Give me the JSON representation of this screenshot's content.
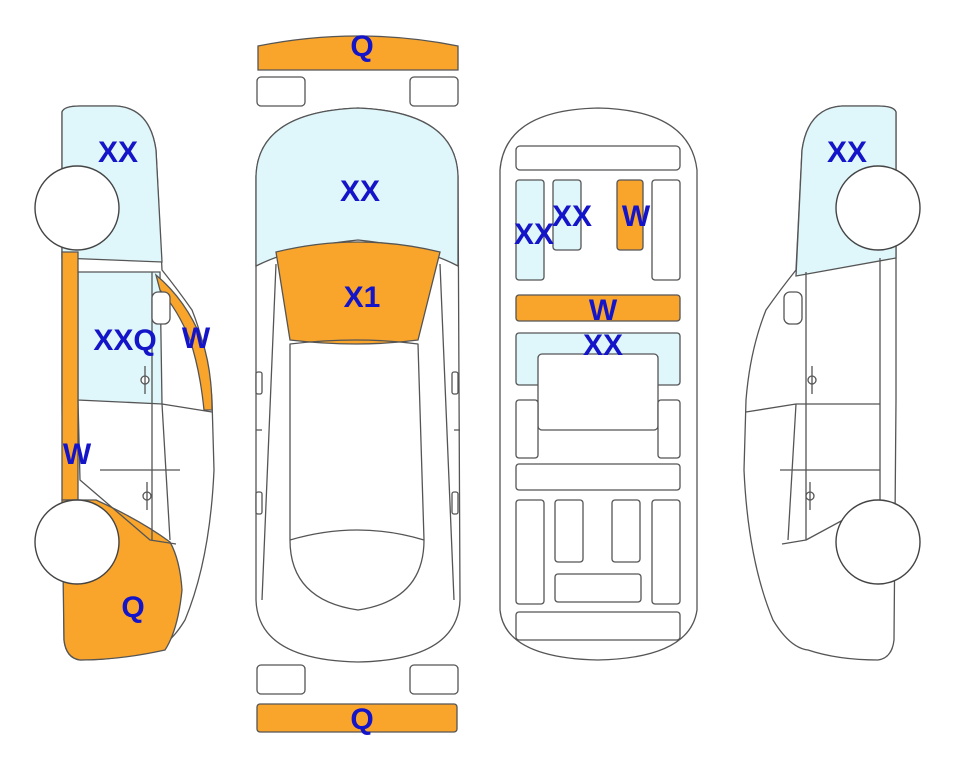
{
  "colors": {
    "glass": "#dff6fb",
    "damage_highlight": "#f9a52c",
    "label_text": "#1414c8",
    "outline": "#555555"
  },
  "labels": {
    "front_bumper": "Q",
    "rear_bumper": "Q",
    "windshield": "XX",
    "hood": "X1",
    "left_rear_window": "XX",
    "left_front_window": "XXQ",
    "left_a_pillar": "W",
    "left_rocker": "W",
    "left_front_fender": "Q",
    "interior_left_1": "XX",
    "interior_left_2": "XX",
    "interior_right": "W",
    "interior_bar": "W",
    "interior_panel": "XX",
    "right_rear_window": "XX"
  }
}
